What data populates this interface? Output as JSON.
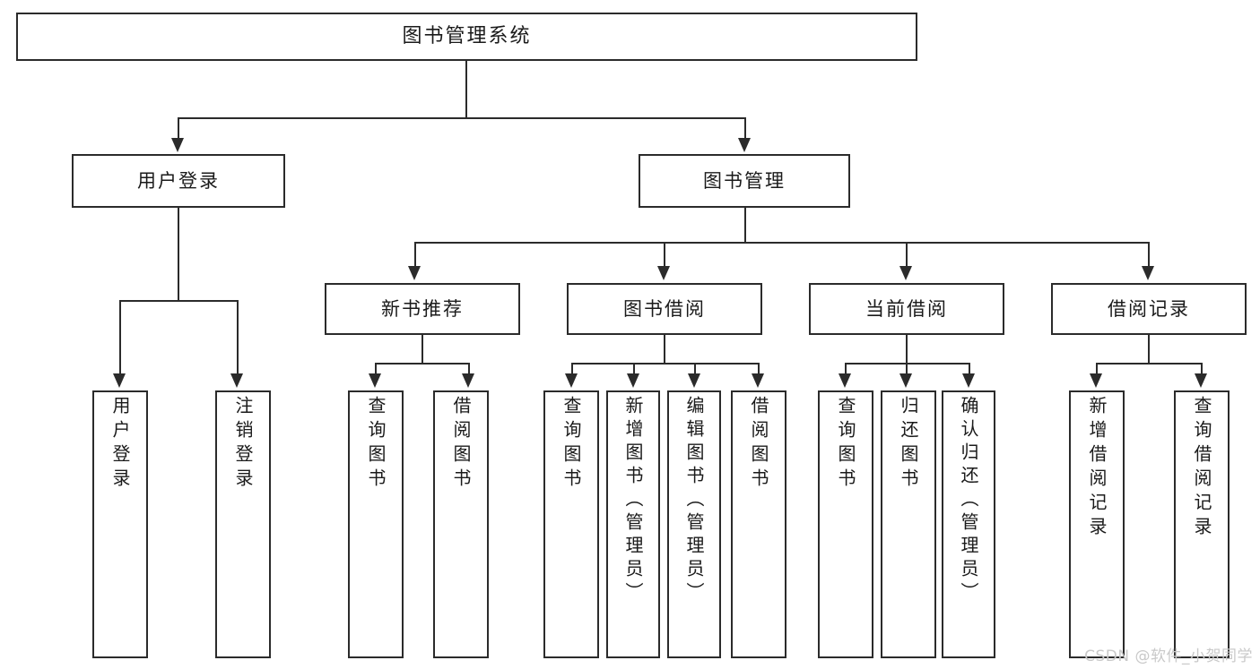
{
  "diagram": {
    "title": "图书管理系统",
    "type": "tree",
    "watermark": "CSDN @软件_小贺同学",
    "colors": {
      "box_border": "#2b2b2b",
      "box_fill": "#ffffff",
      "text": "#1a1a1a",
      "connector": "#2b2b2b",
      "watermark": "#c9c9c9",
      "background": "#ffffff"
    }
  },
  "root": {
    "label": "图书管理系统"
  },
  "level1": [
    {
      "label": "用户登录"
    },
    {
      "label": "图书管理"
    }
  ],
  "level2": [
    {
      "label": "新书推荐"
    },
    {
      "label": "图书借阅"
    },
    {
      "label": "当前借阅"
    },
    {
      "label": "借阅记录"
    }
  ],
  "leaves": {
    "user_login": [
      {
        "label": "用户登录"
      },
      {
        "label": "注销登录"
      }
    ],
    "new_book_recommend": [
      {
        "label": "查询图书"
      },
      {
        "label": "借阅图书"
      }
    ],
    "book_borrow": [
      {
        "label": "查询图书"
      },
      {
        "label": "新增图书（管理员）"
      },
      {
        "label": "编辑图书（管理员）"
      },
      {
        "label": "借阅图书"
      }
    ],
    "current_borrow": [
      {
        "label": "查询图书"
      },
      {
        "label": "归还图书"
      },
      {
        "label": "确认归还（管理员）"
      }
    ],
    "borrow_record": [
      {
        "label": "新增借阅记录"
      },
      {
        "label": "查询借阅记录"
      }
    ]
  }
}
